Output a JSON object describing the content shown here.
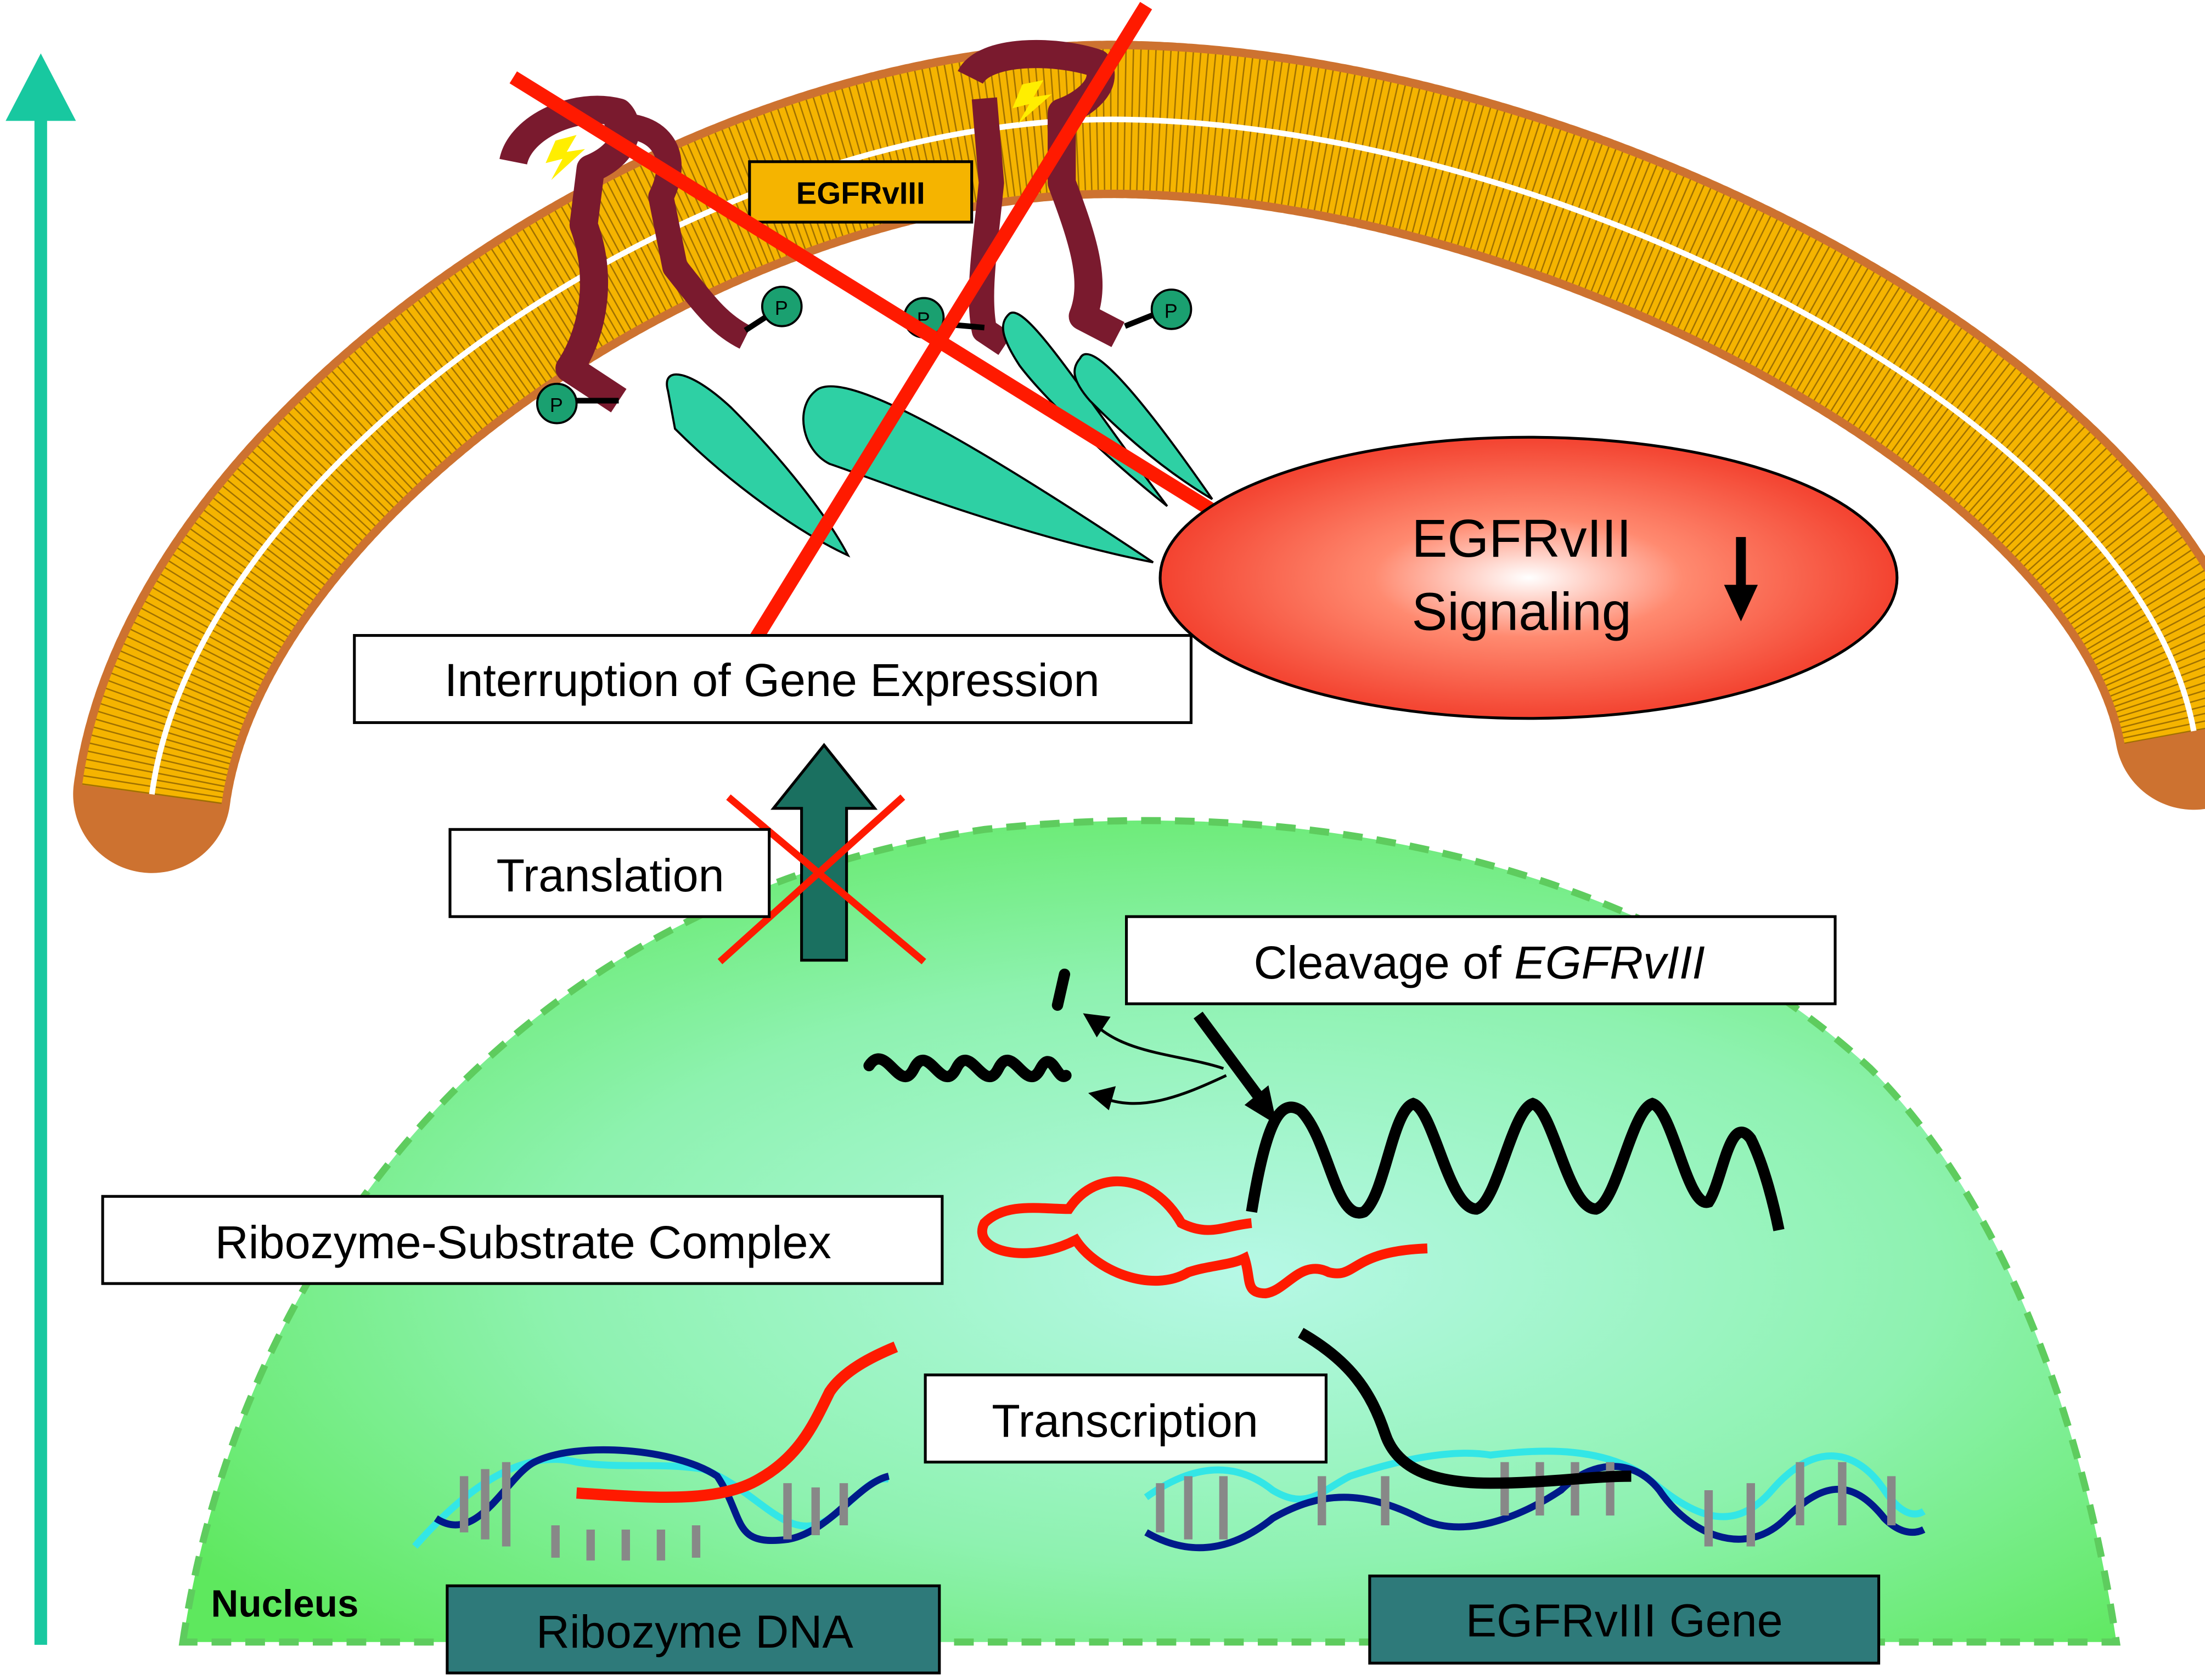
{
  "labels": {
    "membrane_tag": "EGFRvIII",
    "signaling_line1": "EGFRvIII",
    "signaling_line2": "Signaling",
    "interruption": "Interruption of Gene Expression",
    "translation": "Translation",
    "cleavage_prefix": "Cleavage of ",
    "cleavage_gene": "EGFRvIII",
    "ribozyme_complex": "Ribozyme-Substrate Complex",
    "transcription": "Transcription",
    "nucleus": "Nucleus",
    "ribozyme_dna": "Ribozyme DNA",
    "egfr_gene": "EGFRvIII Gene",
    "phospho": "P"
  },
  "colors": {
    "membrane_lipid": "#f5b400",
    "membrane_head": "#c8631a",
    "receptor": "#7a1a2e",
    "adaptor": "#2ed0a4",
    "signaling_fill": "#f23a24",
    "cross": "#ff0000",
    "nucleus_fill": "#66ee66",
    "nucleus_center": "#a8f5df",
    "arrow_teal": "#18c8a0",
    "translation_arrow": "#1a7060",
    "gene_box": "#2e7a7a",
    "dna_dark": "#001a8a",
    "dna_light": "#33e6e6",
    "rna_red": "#ff1a00"
  },
  "icons": [
    "up-arrow-icon",
    "lightning-bolt-icon",
    "cross-out-icon",
    "down-arrow-icon"
  ]
}
